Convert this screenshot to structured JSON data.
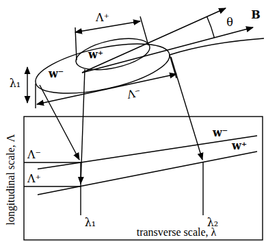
{
  "diagram": {
    "labels": [
      "λ₁",
      "Λ⁺",
      "w⁻",
      "w⁺",
      "θ",
      "B",
      "Λ⁻",
      "Λ⁻",
      "w⁻",
      "Λ⁺",
      "w⁺",
      "λ₁",
      "λ₂",
      "longitudinal scale, Λ",
      "transverse scale, λ"
    ]
  }
}
